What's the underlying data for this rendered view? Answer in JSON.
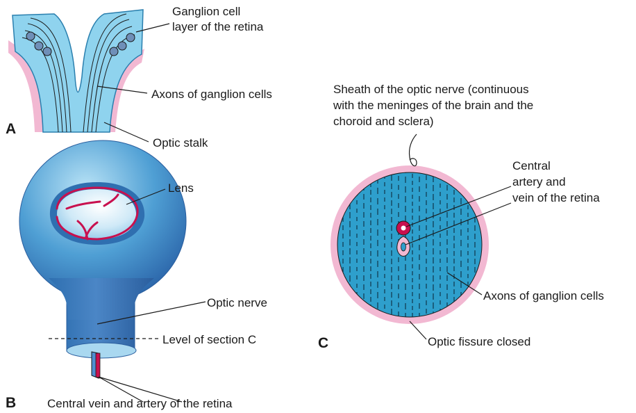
{
  "panels": {
    "a": "A",
    "b": "B",
    "c": "C"
  },
  "panel_a": {
    "ganglion_cell_layer_line1": "Ganglion cell",
    "ganglion_cell_layer_line2": "layer of the retina",
    "axons": "Axons of ganglion cells",
    "optic_stalk": "Optic stalk"
  },
  "panel_b": {
    "lens": "Lens",
    "optic_nerve": "Optic nerve",
    "level_of_section": "Level of section C",
    "central_vessels": "Central vein and artery of the retina"
  },
  "panel_c": {
    "sheath_line1": "Sheath of the optic nerve (continuous",
    "sheath_line2": "with the meninges of the brain and the",
    "sheath_line3": "choroid and sclera)",
    "central_line1": "Central",
    "central_line2": "artery and",
    "central_line3": "vein of the retina",
    "axons": "Axons of ganglion cells",
    "fissure": "Optic fissure closed"
  },
  "colors": {
    "tissue_blue": "#8fd3ee",
    "axon_blue": "#2e9fcc",
    "sheath_pink": "#f2b8d2",
    "vessel_red": "#c8104e",
    "cell_blue": "#6f8fb8"
  }
}
